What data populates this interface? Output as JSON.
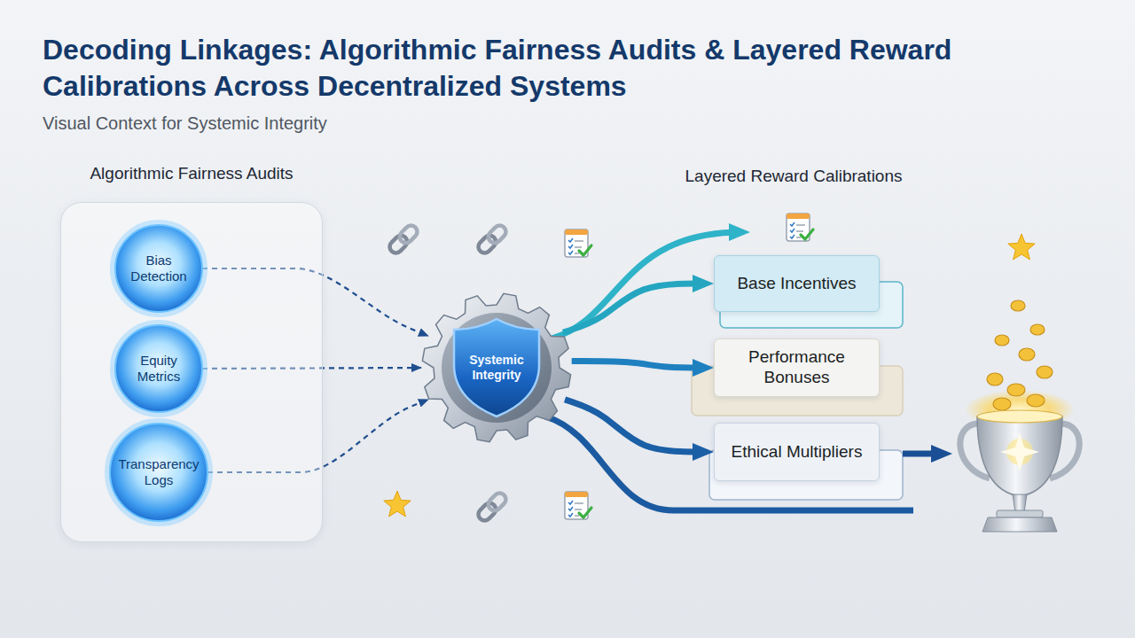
{
  "diagram": {
    "title": "Decoding Linkages: Algorithmic Fairness Audits & Layered Reward Calibrations Across Decentralized Systems",
    "caption": "Visual Context for Systemic Integrity",
    "nodes": [
      {
        "text": [
          "Algorithmic Fairness Audits"
        ]
      },
      {
        "text": [
          "Bias Detection"
        ],
        "in": 0
      },
      {
        "text": [
          "Equity Metrics"
        ],
        "in": 0
      },
      {
        "text": [
          "Transparency Logs"
        ],
        "in": 0
      },
      {
        "text": [
          "Systemic Integrity"
        ]
      },
      {
        "text": [
          "Base Incentives"
        ]
      },
      {
        "text": [
          "Performance Bonuses"
        ]
      },
      {
        "text": [
          "Ethical Multipliers"
        ]
      }
    ],
    "edges": [
      {
        "from": 1,
        "to": 4,
        "arrow": "to"
      },
      {
        "from": 2,
        "to": 4,
        "arrow": "to"
      },
      {
        "from": 3,
        "to": 4,
        "arrow": "to"
      },
      {
        "from": 4,
        "to": 5,
        "arrow": "to"
      },
      {
        "from": 4,
        "to": 6,
        "arrow": "to"
      },
      {
        "from": 4,
        "to": 7,
        "arrow": "to"
      }
    ],
    "labels": [
      "Layered Reward Calibrations"
    ]
  }
}
